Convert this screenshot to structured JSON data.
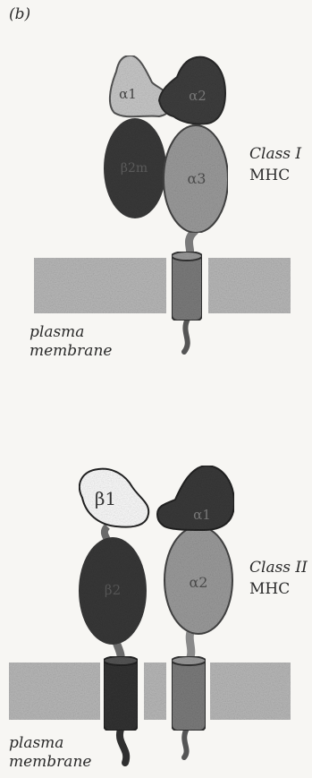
{
  "panel_label": "(b)",
  "class1": {
    "domains": {
      "a1": "α1",
      "a2": "α2",
      "a3": "α3",
      "b2m": "β2m"
    },
    "label_line1": "Class I",
    "label_line2": "MHC",
    "membrane_line1": "plasma",
    "membrane_line2": "membrane"
  },
  "class2": {
    "domains": {
      "b1": "β1",
      "a1": "α1",
      "a2": "α2",
      "b2": "β2"
    },
    "label_line1": "Class II",
    "label_line2": "MHC",
    "membrane_line1": "plasma",
    "membrane_line2": "membrane"
  },
  "colors": {
    "membrane": "#b9b9b9",
    "dark_domain": "#3a3a3a",
    "medium_domain": "#9c9c9c",
    "light_domain": "#c9c9c9",
    "very_dark": "#2f2f2f"
  }
}
